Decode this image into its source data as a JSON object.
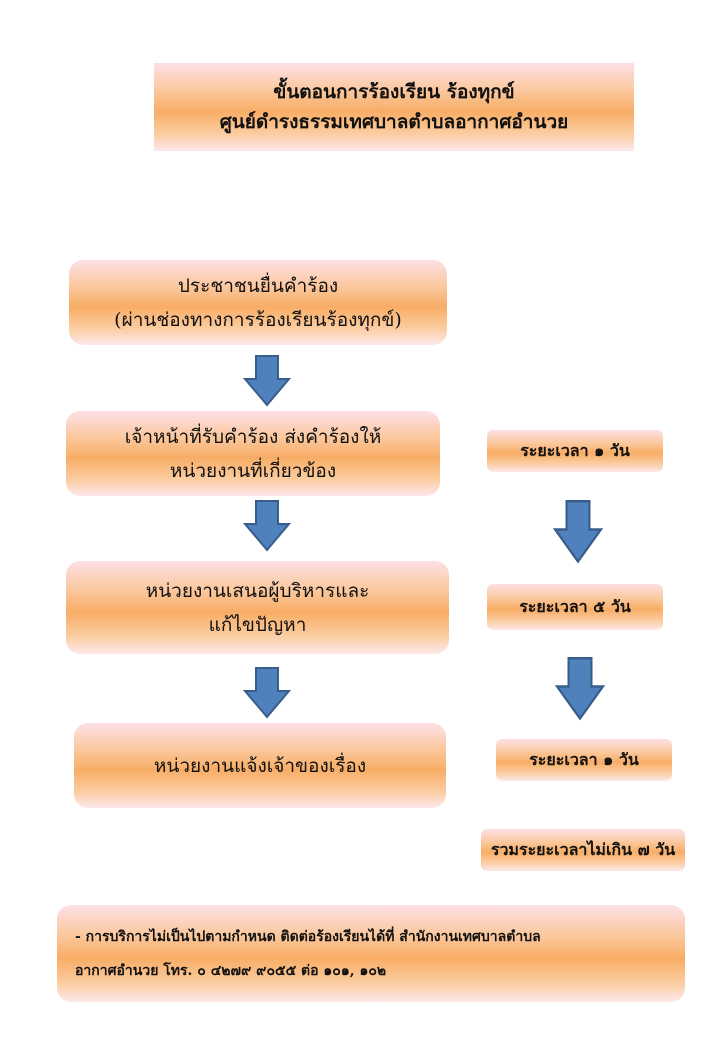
{
  "title": {
    "line1": "ขั้นตอนการร้องเรียน ร้องทุกข์",
    "line2": "ศูนย์ดำรงธรรมเทศบาลตำบลอากาศอำนวย"
  },
  "steps": [
    {
      "line1": "ประชาชนยื่นคำร้อง",
      "line2": "(ผ่านช่องทางการร้องเรียนร้องทุกข์)"
    },
    {
      "line1": "เจ้าหน้าที่รับคำร้อง ส่งคำร้องให้",
      "line2": "หน่วยงานที่เกี่ยวข้อง"
    },
    {
      "line1": "หน่วยงานเสนอผู้บริหารและ",
      "line2": "แก้ไขปัญหา"
    },
    {
      "line1": "หน่วยงานแจ้งเจ้าของเรื่อง"
    }
  ],
  "durations": [
    "ระยะเวลา  ๑  วัน",
    "ระยะเวลา ๕  วัน",
    "ระยะเวลา  ๑  วัน"
  ],
  "total": "รวมระยะเวลาไม่เกิน  ๗ วัน",
  "note": {
    "line1": " -  การบริการไม่เป็นไปตามกำหนด  ติดต่อร้องเรียนได้ที่ สำนักงานเทศบาลตำบล",
    "line2": "อากาศอำนวย โทร. ๐ ๔๒๗๙ ๙๐๕๕ ต่อ ๑๐๑, ๑๐๒"
  },
  "colors": {
    "arrow_fill": "#4f81bd",
    "arrow_stroke": "#385d8a",
    "box_gradient_mid": "#f8ad66"
  }
}
